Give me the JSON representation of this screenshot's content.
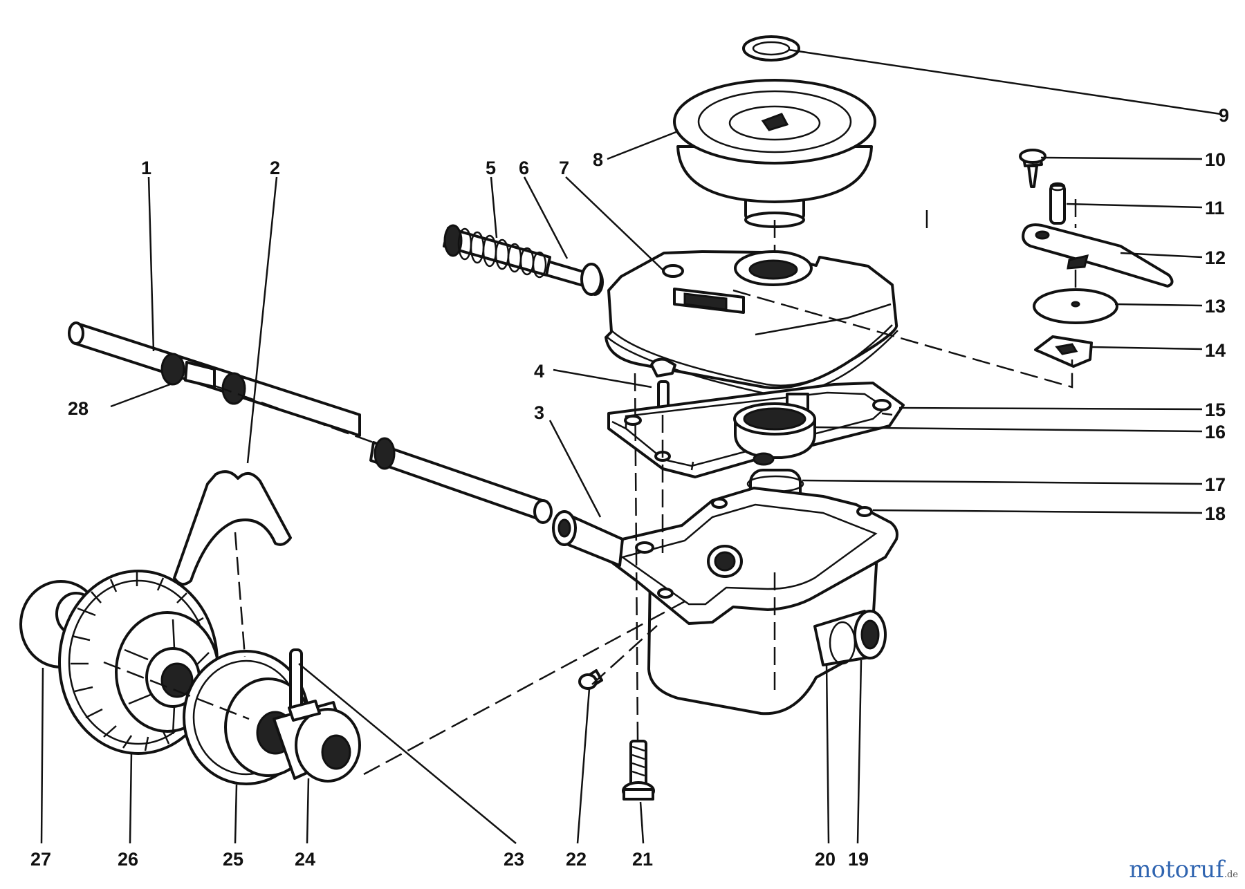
{
  "watermark": {
    "text": "motoruf",
    "suffix": ".de"
  },
  "callouts": [
    "1",
    "2",
    "3",
    "4",
    "5",
    "6",
    "7",
    "8",
    "9",
    "10",
    "11",
    "12",
    "13",
    "14",
    "15",
    "16",
    "17",
    "18",
    "19",
    "20",
    "21",
    "22",
    "23",
    "24",
    "25",
    "26",
    "27",
    "28"
  ]
}
